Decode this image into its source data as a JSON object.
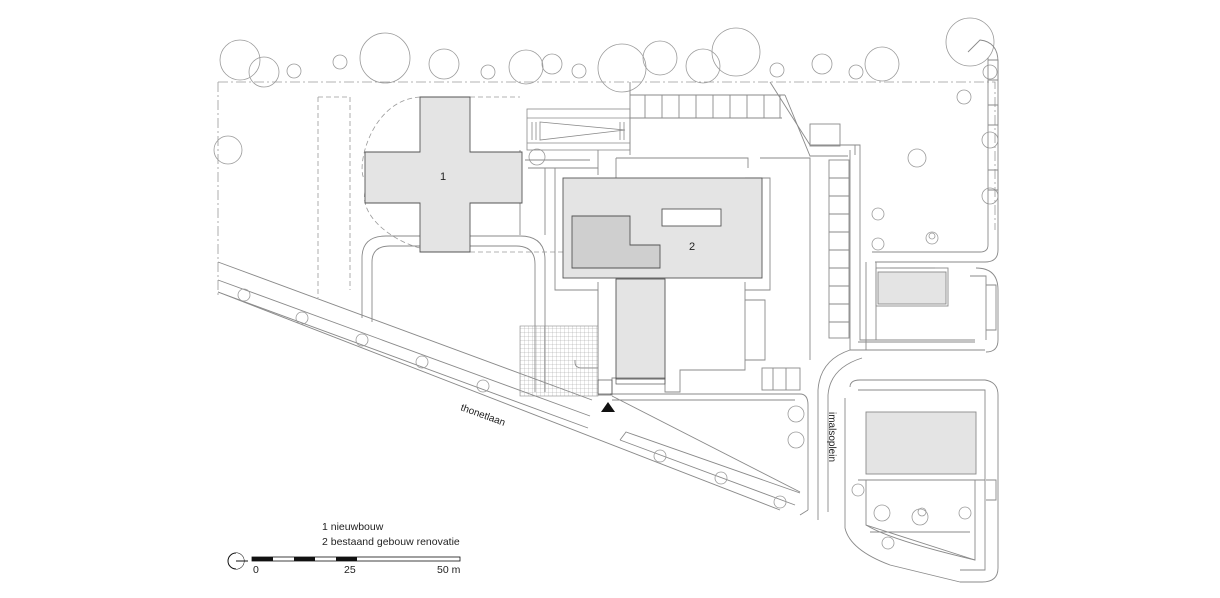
{
  "plan": {
    "building_labels": [
      "1",
      "2"
    ],
    "streets": {
      "street_1": "thonetlaan",
      "street_2": "imalsoplein"
    }
  },
  "legend": {
    "items": [
      "1 nieuwbouw",
      "2 bestaand gebouw renovatie"
    ]
  },
  "scale_bar": {
    "ticks": [
      "0",
      "25",
      "50 m"
    ]
  },
  "colors": {
    "line": "#8a8a8a",
    "building_fill": "#e4e4e4",
    "dark_fill": "#cfcfcf",
    "black": "#111111"
  }
}
